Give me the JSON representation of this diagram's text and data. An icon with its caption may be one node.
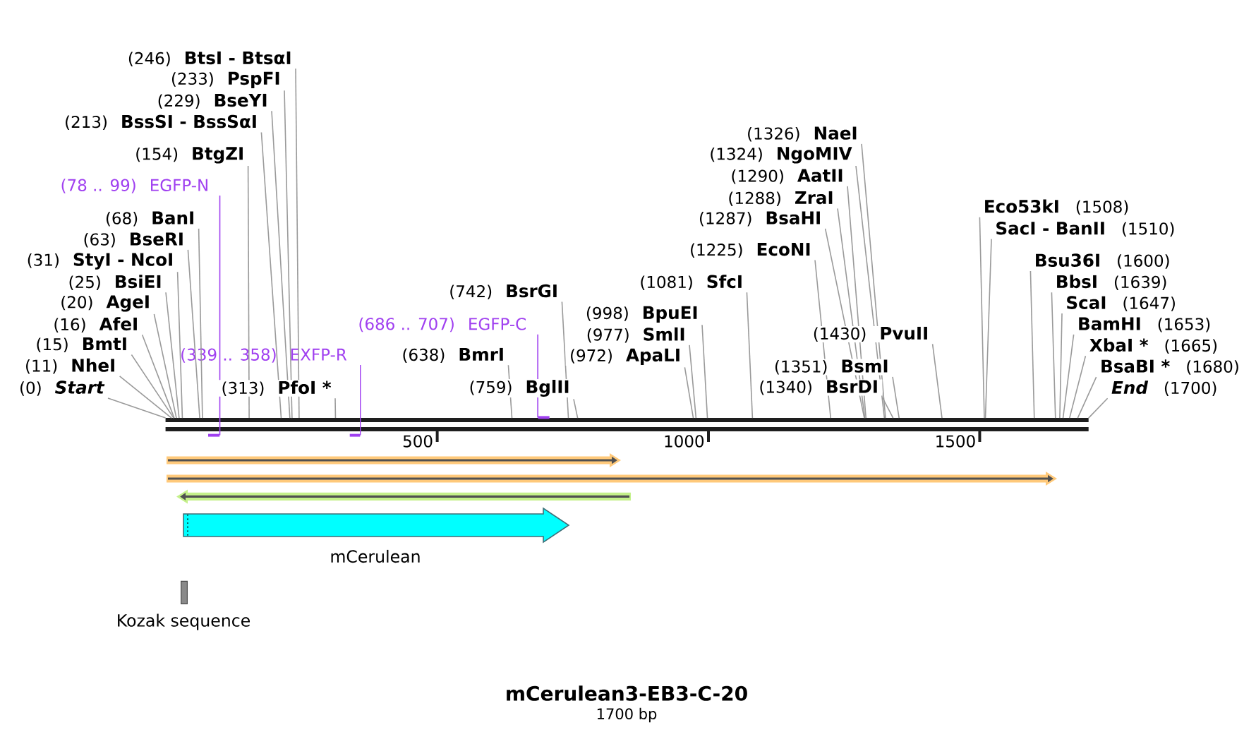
{
  "diagram": {
    "title": "mCerulean3-EB3-C-20",
    "caption": "1700 bp",
    "nodes": [
      {
        "text": [
          "(246)",
          "BtsI - BtsαI"
        ]
      },
      {
        "text": [
          "(233)",
          "PspFI"
        ]
      },
      {
        "text": [
          "(229)",
          "BseYI"
        ]
      },
      {
        "text": [
          "(213)",
          "BssSI - BssSαI"
        ]
      },
      {
        "text": [
          "(154)",
          "BtgZI"
        ]
      },
      {
        "text": [
          "(78 .. 99)",
          "EGFP-N"
        ]
      },
      {
        "text": [
          "(68)",
          "BanI"
        ]
      },
      {
        "text": [
          "(63)",
          "BseRI"
        ]
      },
      {
        "text": [
          "(31)",
          "StyI - NcoI"
        ]
      },
      {
        "text": [
          "(25)",
          "BsiEI"
        ]
      },
      {
        "text": [
          "(20)",
          "AgeI"
        ]
      },
      {
        "text": [
          "(16)",
          "AfeI"
        ]
      },
      {
        "text": [
          "(15)",
          "BmtI"
        ]
      },
      {
        "text": [
          "(11)",
          "NheI"
        ]
      },
      {
        "text": [
          "(0)",
          "Start"
        ]
      },
      {
        "text": [
          "(339 .. 358)",
          "EXFP-R"
        ]
      },
      {
        "text": [
          "(313)",
          "PfoI *"
        ]
      },
      {
        "text": [
          "(686 .. 707)",
          "EGFP-C"
        ]
      },
      {
        "text": [
          "(742)",
          "BsrGI"
        ]
      },
      {
        "text": [
          "(638)",
          "BmrI"
        ]
      },
      {
        "text": [
          "(759)",
          "BglII"
        ]
      },
      {
        "text": [
          "(972)",
          "ApaLI"
        ]
      },
      {
        "text": [
          "(977)",
          "SmlI"
        ]
      },
      {
        "text": [
          "(998)",
          "BpuEI"
        ]
      },
      {
        "text": [
          "(1081)",
          "SfcI"
        ]
      },
      {
        "text": [
          "(1225)",
          "EcoNI"
        ]
      },
      {
        "text": [
          "(1287)",
          "BsaHI"
        ]
      },
      {
        "text": [
          "(1288)",
          "ZraI"
        ]
      },
      {
        "text": [
          "(1290)",
          "AatII"
        ]
      },
      {
        "text": [
          "(1324)",
          "NgoMIV"
        ]
      },
      {
        "text": [
          "(1326)",
          "NaeI"
        ]
      },
      {
        "text": [
          "(1430)",
          "PvuII"
        ]
      },
      {
        "text": [
          "(1351)",
          "BsmI"
        ]
      },
      {
        "text": [
          "(1340)",
          "BsrDI"
        ]
      },
      {
        "text": [
          "Eco53kI",
          "(1508)"
        ]
      },
      {
        "text": [
          "SacI - BanII",
          "(1510)"
        ]
      },
      {
        "text": [
          "Bsu36I",
          "(1600)"
        ]
      },
      {
        "text": [
          "BbsI",
          "(1639)"
        ]
      },
      {
        "text": [
          "ScaI",
          "(1647)"
        ]
      },
      {
        "text": [
          "BamHI",
          "(1653)"
        ]
      },
      {
        "text": [
          "XbaI *",
          "(1665)"
        ]
      },
      {
        "text": [
          "BsaBI *",
          "(1680)"
        ]
      },
      {
        "text": [
          "End",
          "(1700)"
        ]
      },
      {
        "text": [],
        "shape": "bar",
        "beside": [
          "500",
          "1000",
          "1500"
        ]
      },
      {
        "text": [
          "mCerulean"
        ]
      },
      {
        "text": [
          "Kozak sequence"
        ]
      },
      {
        "text": [],
        "shape": "bar"
      },
      {
        "text": [],
        "shape": "bar"
      },
      {
        "text": [],
        "shape": "bar"
      }
    ],
    "edges": [
      {
        "from": 0,
        "to": 43,
        "arrow": "none"
      },
      {
        "from": 1,
        "to": 43,
        "arrow": "none"
      },
      {
        "from": 2,
        "to": 43,
        "arrow": "none"
      },
      {
        "from": 3,
        "to": 43,
        "arrow": "none"
      },
      {
        "from": 4,
        "to": 43,
        "arrow": "none"
      },
      {
        "from": 5,
        "to": 46,
        "arrow": "none",
        "color": "#a040f0"
      },
      {
        "from": 6,
        "to": 43,
        "arrow": "none"
      },
      {
        "from": 7,
        "to": 43,
        "arrow": "none"
      },
      {
        "from": 8,
        "to": 43,
        "arrow": "none"
      },
      {
        "from": 9,
        "to": 43,
        "arrow": "none"
      },
      {
        "from": 10,
        "to": 43,
        "arrow": "none"
      },
      {
        "from": 11,
        "to": 43,
        "arrow": "none"
      },
      {
        "from": 12,
        "to": 43,
        "arrow": "none"
      },
      {
        "from": 13,
        "to": 43,
        "arrow": "none"
      },
      {
        "from": 14,
        "to": 43,
        "arrow": "none"
      },
      {
        "from": 15,
        "to": 47,
        "arrow": "none",
        "color": "#a040f0"
      },
      {
        "from": 16,
        "to": 43,
        "arrow": "none"
      },
      {
        "from": 17,
        "to": 48,
        "arrow": "none",
        "color": "#a040f0"
      },
      {
        "from": 18,
        "to": 43,
        "arrow": "none"
      },
      {
        "from": 19,
        "to": 43,
        "arrow": "none"
      },
      {
        "from": 20,
        "to": 43,
        "arrow": "none"
      },
      {
        "from": 21,
        "to": 43,
        "arrow": "none"
      },
      {
        "from": 22,
        "to": 43,
        "arrow": "none"
      },
      {
        "from": 23,
        "to": 43,
        "arrow": "none"
      },
      {
        "from": 24,
        "to": 43,
        "arrow": "none"
      },
      {
        "from": 25,
        "to": 43,
        "arrow": "none"
      },
      {
        "from": 26,
        "to": 43,
        "arrow": "none"
      },
      {
        "from": 27,
        "to": 43,
        "arrow": "none"
      },
      {
        "from": 28,
        "to": 43,
        "arrow": "none"
      },
      {
        "from": 29,
        "to": 43,
        "arrow": "none"
      },
      {
        "from": 30,
        "to": 43,
        "arrow": "none"
      },
      {
        "from": 31,
        "to": 43,
        "arrow": "none"
      },
      {
        "from": 32,
        "to": 43,
        "arrow": "none"
      },
      {
        "from": 33,
        "to": 43,
        "arrow": "none"
      },
      {
        "from": 34,
        "to": 43,
        "arrow": "none"
      },
      {
        "from": 35,
        "to": 43,
        "arrow": "none"
      },
      {
        "from": 36,
        "to": 43,
        "arrow": "none"
      },
      {
        "from": 37,
        "to": 43,
        "arrow": "none"
      },
      {
        "from": 38,
        "to": 43,
        "arrow": "none"
      },
      {
        "from": 39,
        "to": 43,
        "arrow": "none"
      },
      {
        "from": 40,
        "to": 43,
        "arrow": "none"
      },
      {
        "from": 41,
        "to": 43,
        "arrow": "none"
      },
      {
        "from": 42,
        "to": 43,
        "arrow": "none"
      }
    ]
  }
}
